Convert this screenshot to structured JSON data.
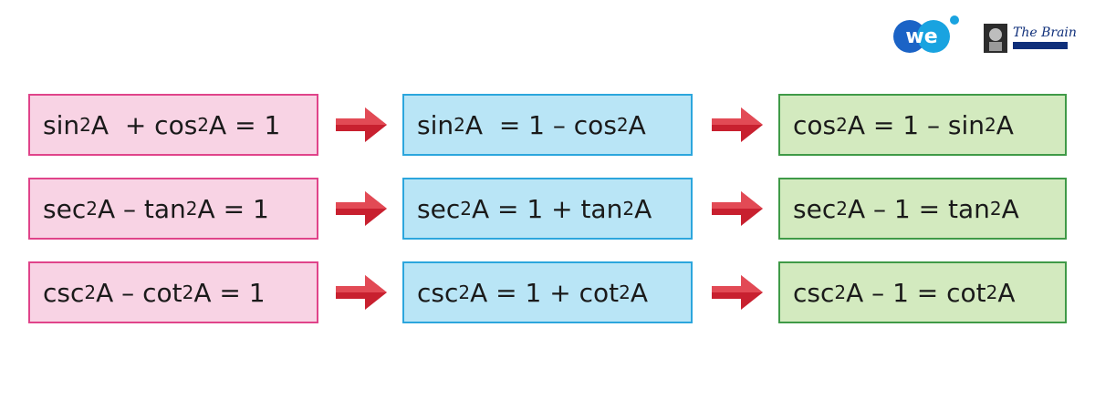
{
  "logos": [
    {
      "name": "we-logo",
      "text": "we"
    },
    {
      "name": "the-brain-logo",
      "text": "The Brain"
    }
  ],
  "rows": [
    {
      "identity": [
        {
          "t": "sin"
        },
        {
          "sup": "2"
        },
        {
          "t": "A  + cos"
        },
        {
          "sup": "2"
        },
        {
          "t": "A = 1"
        }
      ],
      "derived_1": [
        {
          "t": "sin"
        },
        {
          "sup": "2"
        },
        {
          "t": "A  = 1 – cos"
        },
        {
          "sup": "2"
        },
        {
          "t": "A"
        }
      ],
      "derived_2": [
        {
          "t": "cos"
        },
        {
          "sup": "2"
        },
        {
          "t": "A = 1 – sin"
        },
        {
          "sup": "2"
        },
        {
          "t": "A"
        }
      ]
    },
    {
      "identity": [
        {
          "t": "sec"
        },
        {
          "sup": "2"
        },
        {
          "t": "A – tan"
        },
        {
          "sup": "2"
        },
        {
          "t": "A = 1"
        }
      ],
      "derived_1": [
        {
          "t": "sec"
        },
        {
          "sup": "2"
        },
        {
          "t": "A = 1 + tan"
        },
        {
          "sup": "2"
        },
        {
          "t": "A"
        }
      ],
      "derived_2": [
        {
          "t": "sec"
        },
        {
          "sup": "2"
        },
        {
          "t": "A – 1 = tan"
        },
        {
          "sup": "2"
        },
        {
          "t": "A"
        }
      ]
    },
    {
      "identity": [
        {
          "t": "csc"
        },
        {
          "sup": "2"
        },
        {
          "t": "A – cot"
        },
        {
          "sup": "2"
        },
        {
          "t": "A = 1"
        }
      ],
      "derived_1": [
        {
          "t": "csc"
        },
        {
          "sup": "2"
        },
        {
          "t": "A = 1 + cot"
        },
        {
          "sup": "2"
        },
        {
          "t": "A"
        }
      ],
      "derived_2": [
        {
          "t": "csc"
        },
        {
          "sup": "2"
        },
        {
          "t": "A – 1 = cot"
        },
        {
          "sup": "2"
        },
        {
          "t": "A"
        }
      ]
    }
  ],
  "colors": {
    "pink_fill": "#f8d3e4",
    "pink_border": "#e0448a",
    "blue_fill": "#b9e5f6",
    "blue_border": "#2ca6dd",
    "green_fill": "#d3eabf",
    "green_border": "#3f9a47",
    "arrow": "#c8202f"
  }
}
